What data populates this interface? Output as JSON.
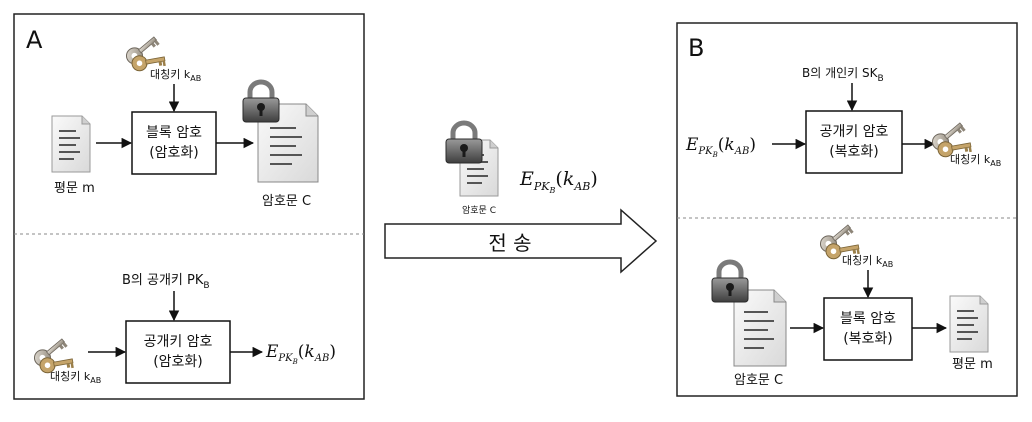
{
  "panel_a": {
    "label": "A",
    "sym_key_top": {
      "prefix": "대칭키 ",
      "var": "k",
      "sub": "AB"
    },
    "block_cipher": {
      "line1": "블록 암호",
      "line2": "(암호화)"
    },
    "plaintext": {
      "prefix": "평문 ",
      "var": "m"
    },
    "ciphertext": {
      "prefix": "암호문 ",
      "var": "C"
    },
    "public_key": {
      "prefix": "B의 공개키 ",
      "var": "PK",
      "sub": "B"
    },
    "pk_cipher": {
      "line1": "공개키 암호",
      "line2": "(암호화)"
    },
    "sym_key_bottom": {
      "prefix": "대칭키 ",
      "var": "k",
      "sub": "AB"
    },
    "output": {
      "E": "E",
      "sub1": "PK",
      "sub2": "B",
      "open": "(",
      "k": "k",
      "ksub": "AB",
      "close": ")"
    }
  },
  "middle": {
    "ciphertext": {
      "prefix": "암호문 ",
      "var": "C"
    },
    "formula": {
      "E": "E",
      "sub1": "PK",
      "sub2": "B",
      "open": "(",
      "k": "k",
      "ksub": "AB",
      "close": ")"
    },
    "transfer_label": "전 송"
  },
  "panel_b": {
    "label": "B",
    "private_key": {
      "prefix": "B의 개인키 ",
      "var": "SK",
      "sub": "B"
    },
    "input": {
      "E": "E",
      "sub1": "PK",
      "sub2": "B",
      "open": "(",
      "k": "k",
      "ksub": "AB",
      "close": ")"
    },
    "pk_cipher": {
      "line1": "공개키 암호",
      "line2": "(복호화)"
    },
    "sym_key_out": {
      "prefix": "대칭키 ",
      "var": "k",
      "sub": "AB"
    },
    "sym_key_mid": {
      "prefix": "대칭키 ",
      "var": "k",
      "sub": "AB"
    },
    "ciphertext": {
      "prefix": "암호문 ",
      "var": "C"
    },
    "block_cipher": {
      "line1": "블록 암호",
      "line2": "(복호화)"
    },
    "plaintext": {
      "prefix": "평문 ",
      "var": "m"
    }
  }
}
